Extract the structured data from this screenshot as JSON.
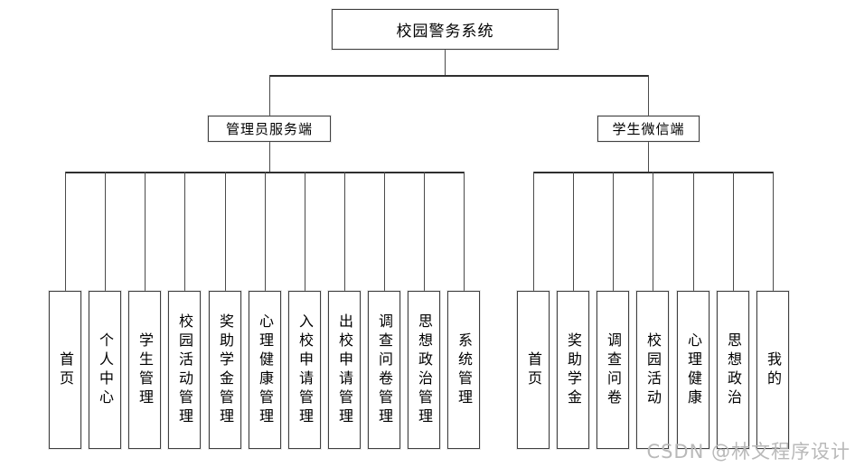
{
  "diagram": {
    "title": "校园警务系统",
    "root": {
      "label": "校园警务系统"
    },
    "branches": [
      {
        "label": "管理员服务端",
        "children": [
          "首页",
          "个人中心",
          "学生管理",
          "校园活动管理",
          "奖助学金管理",
          "心理健康管理",
          "入校申请管理",
          "出校申请管理",
          "调查问卷管理",
          "思想政治管理",
          "系统管理"
        ]
      },
      {
        "label": "学生微信端",
        "children": [
          "首页",
          "奖助学金",
          "调查问卷",
          "校园活动",
          "心理健康",
          "思想政治",
          "我的"
        ]
      }
    ]
  },
  "watermark": "CSDN @林文程序设计",
  "colors": {
    "background": "#ffffff",
    "box_border": "#3f3f3f",
    "line": "#4a4a4a",
    "text": "#000000",
    "watermark": "#b9b9b9"
  }
}
